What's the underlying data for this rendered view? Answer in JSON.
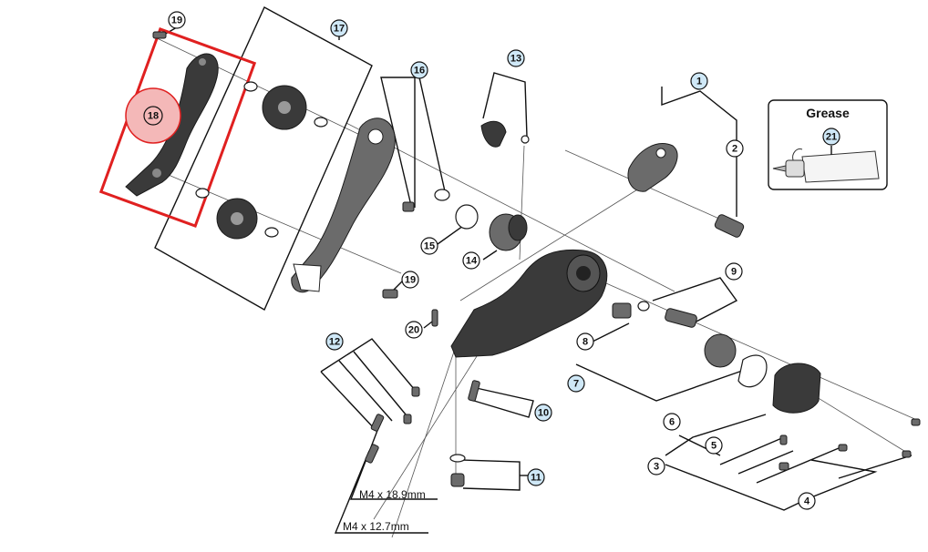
{
  "grease": {
    "title": "Grease",
    "number": "21"
  },
  "specs": {
    "long_bolt": "M4 x 18.9mm",
    "short_bolt": "M4 x 12.7mm"
  },
  "callouts": {
    "c1": "1",
    "c2": "2",
    "c3": "3",
    "c4": "4",
    "c5": "5",
    "c6": "6",
    "c7": "7",
    "c8": "8",
    "c9": "9",
    "c10": "10",
    "c11": "11",
    "c12": "12",
    "c13": "13",
    "c14": "14",
    "c15": "15",
    "c16": "16",
    "c17": "17",
    "c18": "18",
    "c19a": "19",
    "c19b": "19",
    "c20": "20"
  },
  "colors": {
    "highlight": "#e02020",
    "highlight_fill": "#f4b8b8",
    "callout_blue": "#cfe8f7",
    "callout_white": "#ffffff",
    "part_dark": "#3a3a3a"
  }
}
